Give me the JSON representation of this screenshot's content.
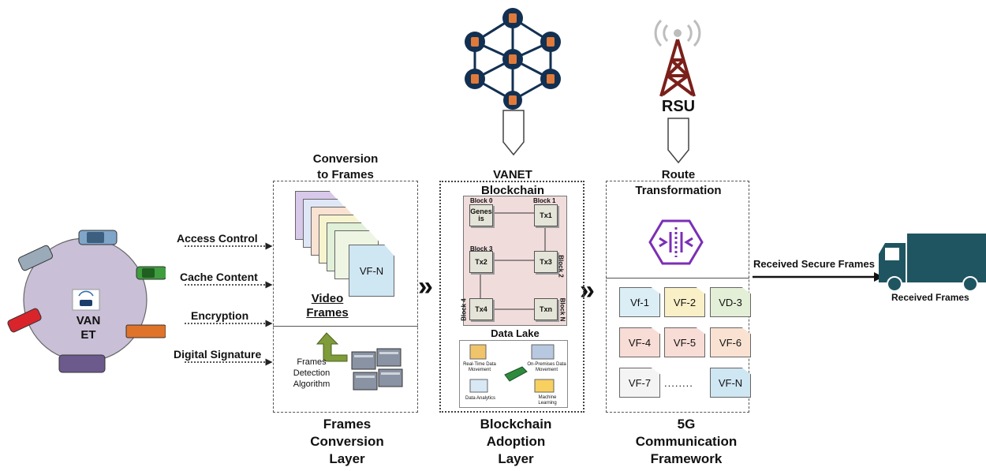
{
  "vanet_circle": {
    "label_line1": "VAN",
    "label_line2": "ET"
  },
  "arrows": {
    "access_control": "Access Control",
    "cache_content": "Cache Content",
    "encryption": "Encryption",
    "digital_signature": "Digital Signature"
  },
  "frames_layer": {
    "top_title_line1": "Conversion",
    "top_title_line2": "to Frames",
    "last_frame": "VF-N",
    "video_frames_line1": "Video",
    "video_frames_line2": "Frames",
    "algo_line1": "Frames",
    "algo_line2": "Detection",
    "algo_line3": "Algorithm",
    "bottom_line1": "Frames",
    "bottom_line2": "Conversion",
    "bottom_line3": "Layer"
  },
  "blockchain_layer": {
    "top_line1": "VANET",
    "top_line2": "Blockchain",
    "blocks": {
      "b0_label": "Block 0",
      "b0_text": "Genes is",
      "b1_label": "Block 1",
      "b1_text": "Tx1",
      "b2_label": "Block 2",
      "b2_text": "Tx3",
      "b3_label": "Block 3",
      "b3_text": "Tx2",
      "b4_label": "Block 4",
      "b4_text": "Tx4",
      "bn_label": "Block N",
      "bn_text": "Txn"
    },
    "data_lake": "Data Lake",
    "dl_items": {
      "realtime": "Real-Time Data Movement",
      "onprem": "On-Premises Data Movement",
      "analytics": "Data Analytics",
      "ml": "Machine Learning"
    },
    "bottom_line1": "Blockchain",
    "bottom_line2": "Adoption",
    "bottom_line3": "Layer"
  },
  "comm_layer": {
    "rsu": "RSU",
    "route_line1": "Route",
    "route_line2": "Transformation",
    "frames": [
      "Vf-1",
      "VF-2",
      "VD-3",
      "VF-4",
      "VF-5",
      "VF-6",
      "VF-7",
      "VF-N"
    ],
    "ellipsis": "........",
    "bottom_line1": "5G",
    "bottom_line2": "Communication",
    "bottom_line3": "Framework"
  },
  "output": {
    "arrow_label": "Received Secure Frames",
    "truck_label": "Received Frames"
  },
  "colors": {
    "circle": "#c9bfd6",
    "purple_icon": "#7b2fb5",
    "truck": "#1f5560",
    "tower": "#7a1f1a",
    "brain": "#123052",
    "brain_node": "#e07a3a",
    "arrow_green": "#6b8e23"
  }
}
